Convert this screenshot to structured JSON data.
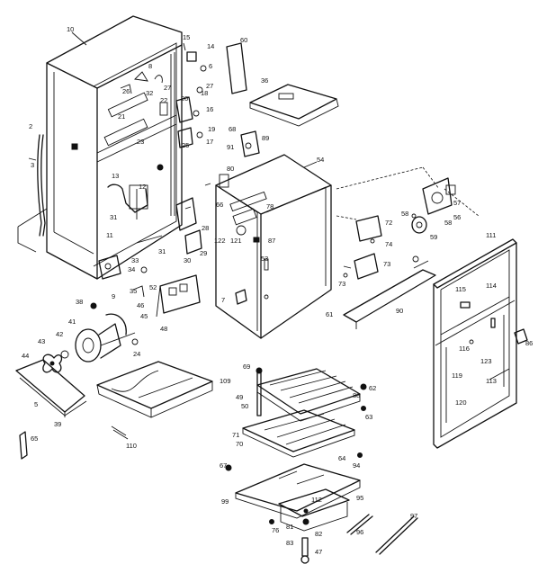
{
  "labels": {
    "p10": "10",
    "p15": "15",
    "p14": "14",
    "p6": "6",
    "p60": "60",
    "p36": "36",
    "p8": "8",
    "p26": "26",
    "p32": "32",
    "p27": "27",
    "p22": "22",
    "p21": "21",
    "p20": "20",
    "p18": "18",
    "p16": "16",
    "p17": "17",
    "p19": "19",
    "p23": "23",
    "p25": "25",
    "p2": "2",
    "p3": "3",
    "p13": "13",
    "p12": "12",
    "p68": "68",
    "p91": "91",
    "p89": "89",
    "p80": "80",
    "p54": "54",
    "p66": "66",
    "p78": "78",
    "p122": "122",
    "p121": "121",
    "p87": "87",
    "p53": "53",
    "p72": "72",
    "p74": "74",
    "p73": "73",
    "p111": "111",
    "p57": "57",
    "p56": "56",
    "p58": "58",
    "p59": "59",
    "p31": "31",
    "p11": "11",
    "p28": "28",
    "p29": "29",
    "p30": "30",
    "p33": "33",
    "p34": "34",
    "p35": "35",
    "p52": "52",
    "p9": "9",
    "p38": "38",
    "p41": "41",
    "p46": "46",
    "p45": "45",
    "p48": "48",
    "p7": "7",
    "p44": "44",
    "p43": "43",
    "p42": "42",
    "p24": "24",
    "p5": "5",
    "p39": "39",
    "p65": "65",
    "p110": "110",
    "p109": "109",
    "p69": "69",
    "p49": "49",
    "p50": "50",
    "p62": "62",
    "p63": "63",
    "p88": "88",
    "p71": "71",
    "p70": "70",
    "p64": "64",
    "p94": "94",
    "p67": "67",
    "p99": "99",
    "p112": "112",
    "p95": "95",
    "p76": "76",
    "p81": "81",
    "p82": "82",
    "p83": "83",
    "p47": "47",
    "p96": "96",
    "p97": "97",
    "p61": "61",
    "p90": "90",
    "p115": "115",
    "p114": "114",
    "p116": "116",
    "p123": "123",
    "p86": "86",
    "p119": "119",
    "p113": "113",
    "p120": "120"
  }
}
